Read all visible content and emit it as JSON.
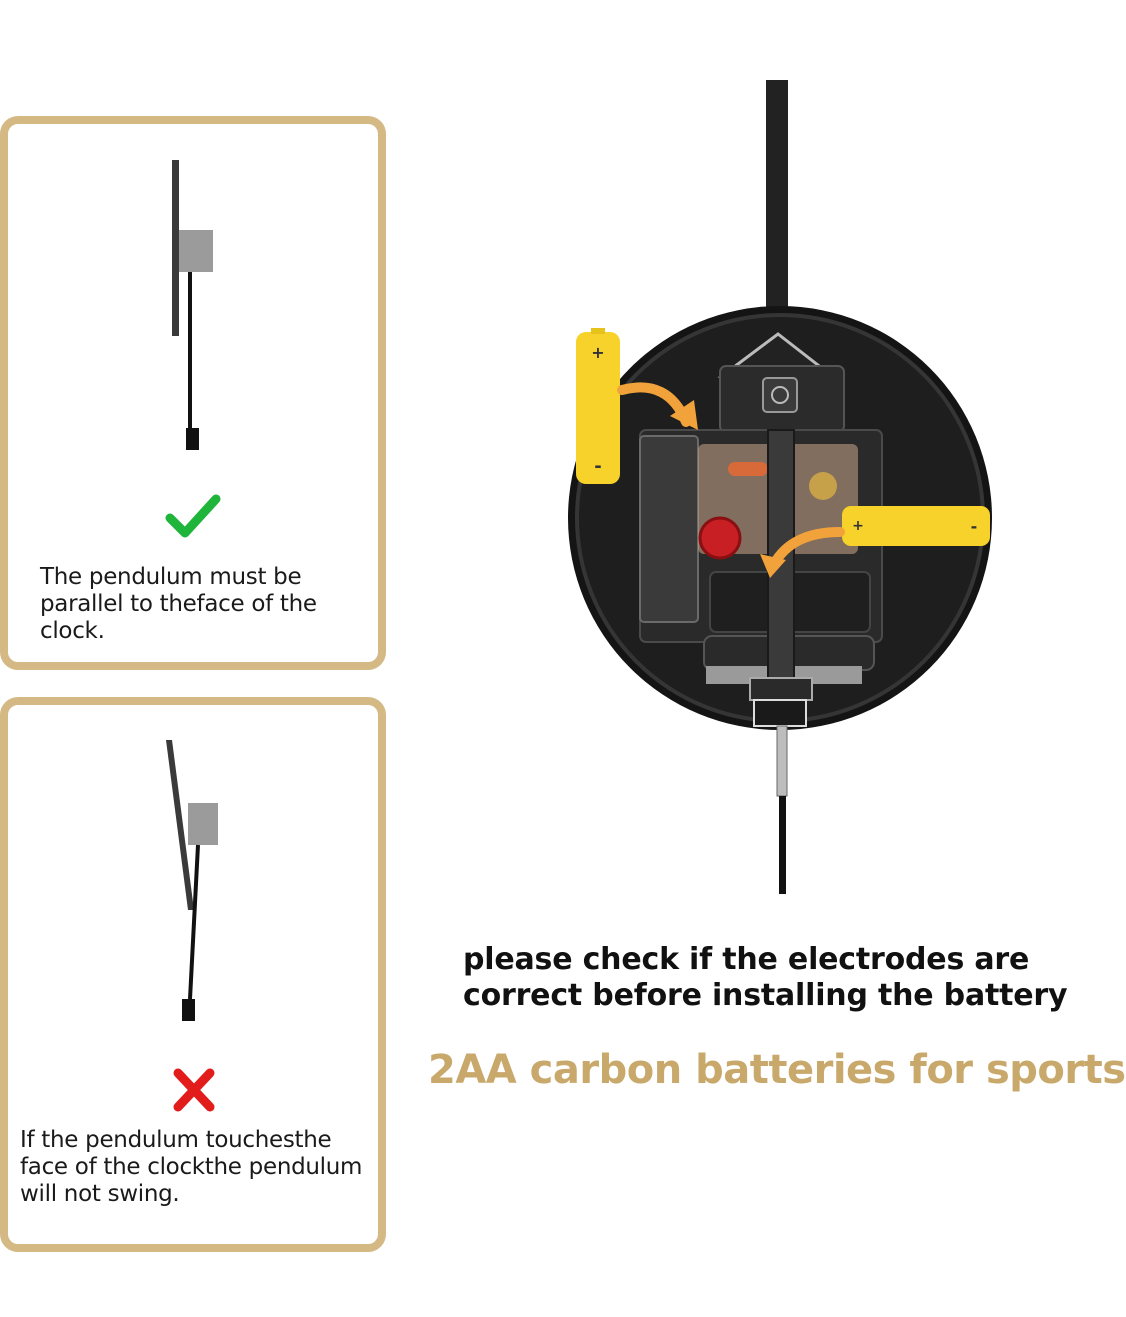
{
  "panels": {
    "correct": {
      "icon": "check-icon",
      "caption": "The pendulum must be parallel to theface of the clock."
    },
    "incorrect": {
      "icon": "cross-icon",
      "caption": "If the pendulum touchesthe face of the clockthe pendulum will not swing."
    }
  },
  "battery_labels": {
    "plus": "+",
    "minus": "-",
    "side_minus": "-"
  },
  "notice": "please check if the electrodes are correct before installing the battery",
  "battery_note": "2AA carbon batteries for sports",
  "colors": {
    "frame": "#d4b985",
    "battery_yellow": "#f6d22a",
    "check_green": "#1fb43a",
    "cross_red": "#e21b1b",
    "gold_text": "#c9a96b",
    "arrow_orange": "#f2a23a"
  }
}
